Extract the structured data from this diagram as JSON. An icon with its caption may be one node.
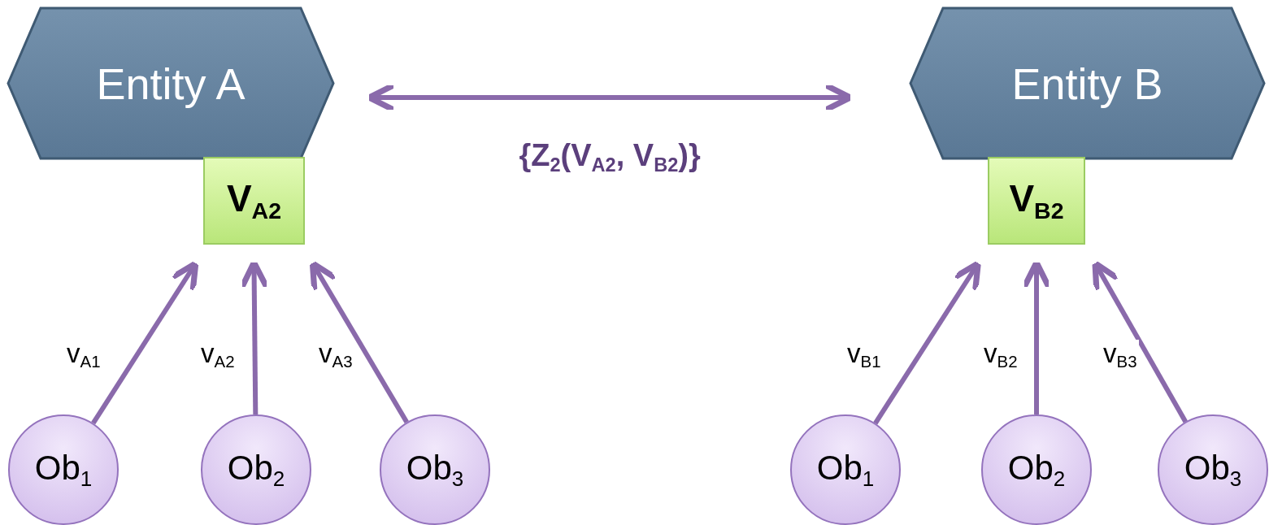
{
  "diagram": {
    "nodes": [
      {
        "text": [
          "Entity A"
        ]
      },
      {
        "text": [
          "V$_{A2}$"
        ]
      },
      {
        "text": [
          "Ob$_{1}$"
        ]
      },
      {
        "text": [
          "Ob$_{2}$"
        ]
      },
      {
        "text": [
          "Ob$_{3}$"
        ]
      },
      {
        "text": [
          "Entity B"
        ]
      },
      {
        "text": [
          "V$_{B2}$"
        ]
      },
      {
        "text": [
          "Ob$_{1}$"
        ]
      },
      {
        "text": [
          "Ob$_{2}$"
        ]
      },
      {
        "text": [
          "Ob$_{3}$"
        ]
      }
    ],
    "edges": [
      {
        "from": 0,
        "to": 5,
        "arrow": "both",
        "label": "{Z$_{2}$(V$_{A2}$, V$_{B2}$)}"
      },
      {
        "from": 2,
        "to": 1,
        "arrow": "to",
        "label": "v$_{A1}$"
      },
      {
        "from": 3,
        "to": 1,
        "arrow": "to",
        "label": "v$_{A2}$"
      },
      {
        "from": 4,
        "to": 1,
        "arrow": "to",
        "label": "v$_{A3}$"
      },
      {
        "from": 7,
        "to": 6,
        "arrow": "to",
        "label": "v$_{B1}$"
      },
      {
        "from": 8,
        "to": 6,
        "arrow": "to",
        "label": "v$_{B2}$"
      },
      {
        "from": 9,
        "to": 6,
        "arrow": "to",
        "label": "v$_{B3}$"
      }
    ]
  }
}
